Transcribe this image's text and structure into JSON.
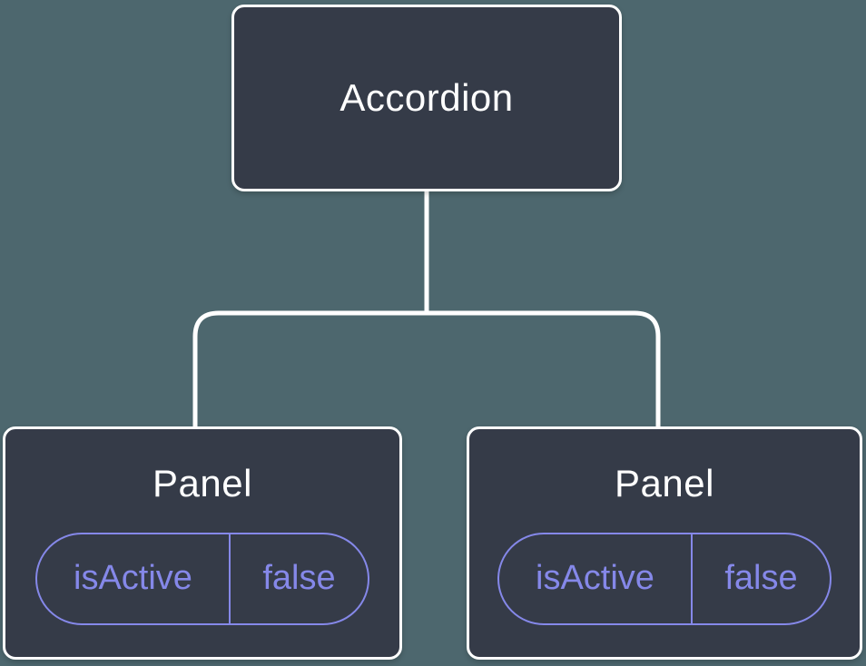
{
  "diagram": {
    "root": {
      "label": "Accordion"
    },
    "children": [
      {
        "label": "Panel",
        "state": {
          "key": "isActive",
          "value": "false"
        }
      },
      {
        "label": "Panel",
        "state": {
          "key": "isActive",
          "value": "false"
        }
      }
    ]
  },
  "colors": {
    "background": "#4D676E",
    "node_fill": "#353B48",
    "node_border": "#FFFFFF",
    "node_text": "#FFFFFF",
    "state_accent": "#8588E9"
  }
}
